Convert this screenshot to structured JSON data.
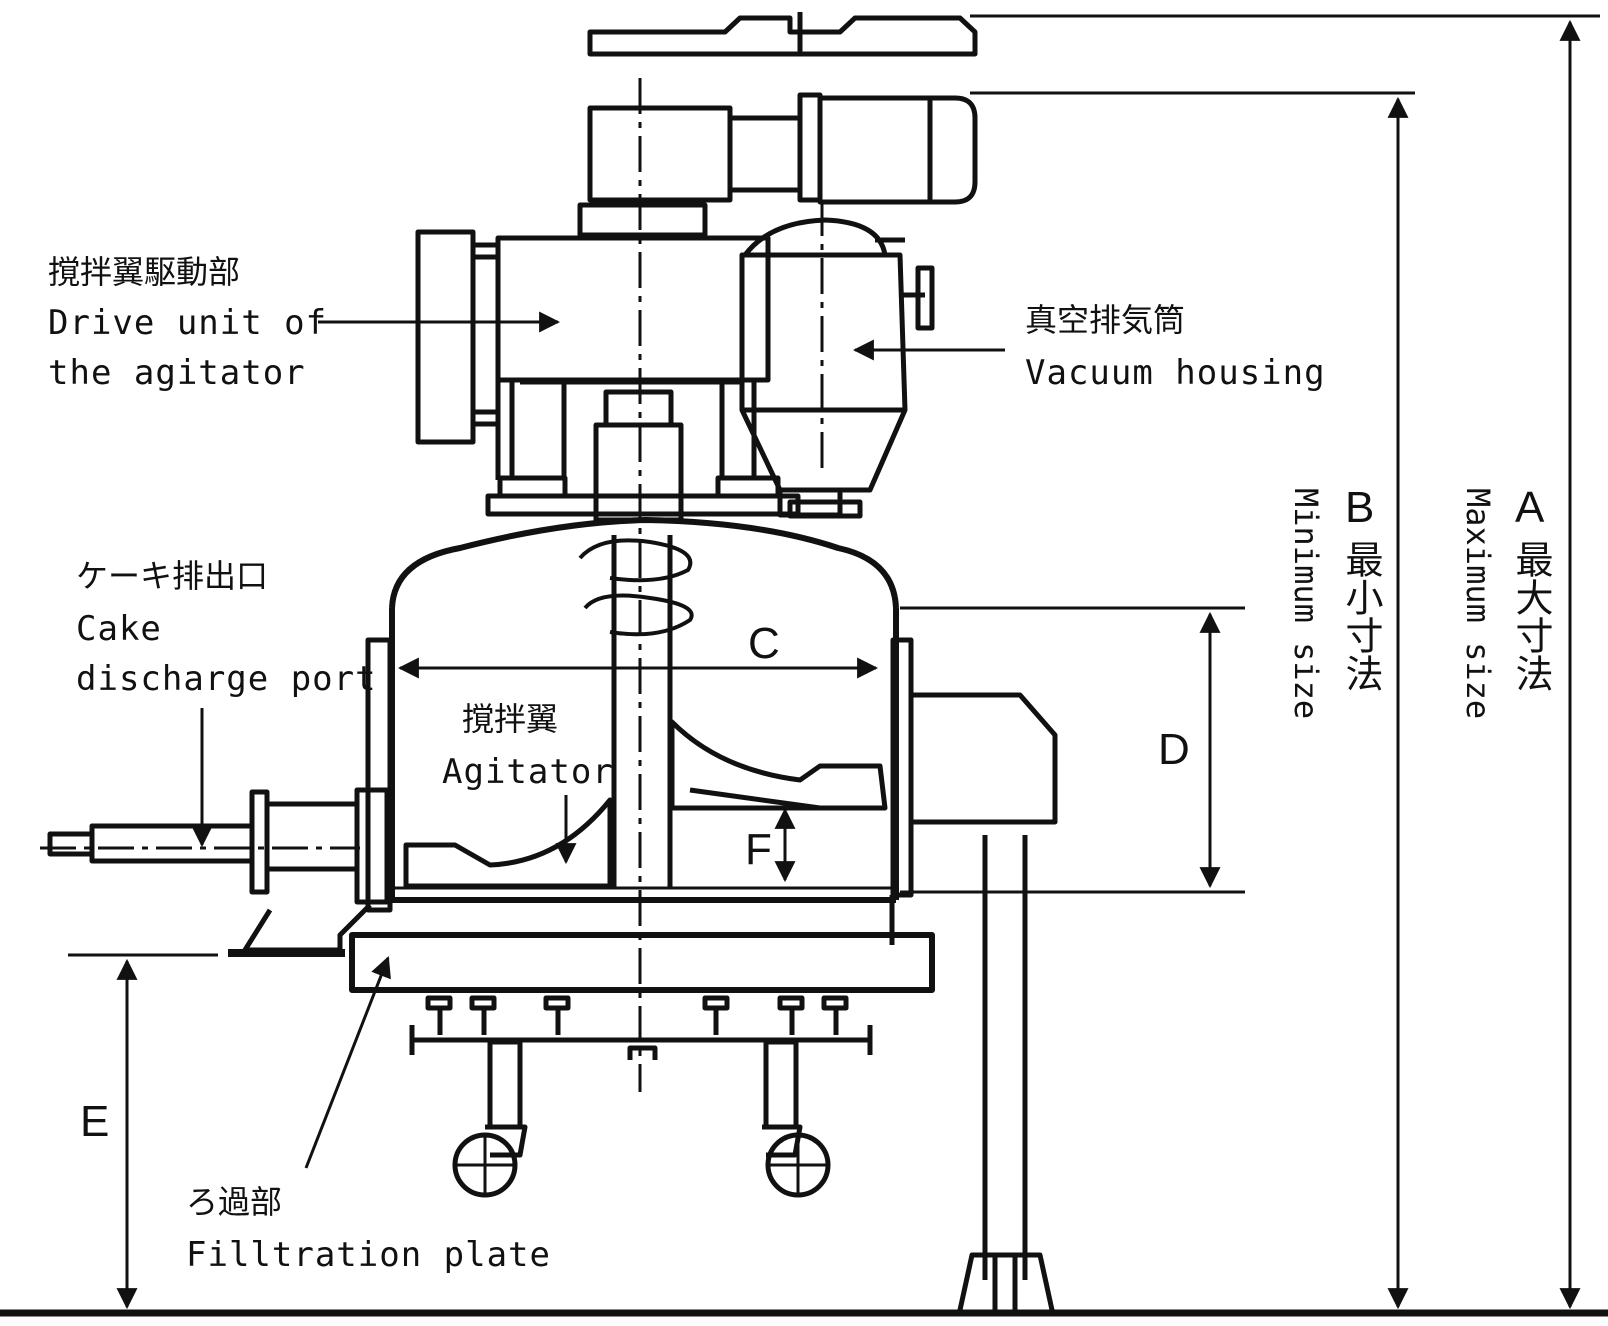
{
  "labels": {
    "drive_unit_jp": "撹拌翼駆動部",
    "drive_unit_en_1": "Drive unit of",
    "drive_unit_en_2": "the agitator",
    "vacuum_jp": "真空排気筒",
    "vacuum_en": "Vacuum housing",
    "cake_jp": "ケーキ排出口",
    "cake_en_1": "Cake",
    "cake_en_2": "discharge port",
    "agitator_jp": "撹拌翼",
    "agitator_en": "Agitator",
    "filtration_jp": "ろ過部",
    "filtration_en": "Filltration plate"
  },
  "dimensions": {
    "a": "A",
    "a_jp": "最大寸法",
    "a_en": "Maximum size",
    "b": "B",
    "b_jp": "最小寸法",
    "b_en": "Minimum size",
    "c": "C",
    "d": "D",
    "e": "E",
    "f": "F"
  },
  "colors": {
    "line": "#111111",
    "background": "#ffffff"
  }
}
